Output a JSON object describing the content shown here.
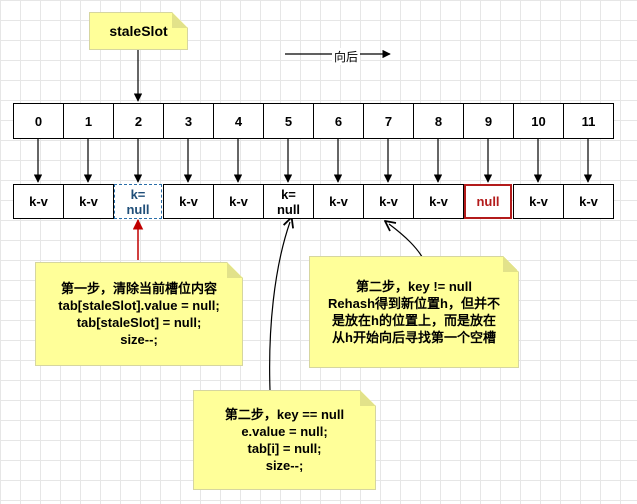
{
  "stale_slot_label": "staleSlot",
  "direction_label": "向后",
  "indices": [
    "0",
    "1",
    "2",
    "3",
    "4",
    "5",
    "6",
    "7",
    "8",
    "9",
    "10",
    "11"
  ],
  "entries": [
    "k-v",
    "k-v",
    "k=\nnull",
    "k-v",
    "k-v",
    "k=\nnull",
    "k-v",
    "k-v",
    "k-v",
    "null",
    "k-v",
    "k-v"
  ],
  "notes": {
    "step1": [
      "第一步，清除当前槽位内容",
      "tab[staleSlot].value = null;",
      "tab[staleSlot] = null;",
      "size--;"
    ],
    "step2_key_not_null": [
      "第二步，key != null",
      "Rehash得到新位置h，但并不",
      "是放在h的位置上，而是放在",
      "从h开始向后寻找第一个空槽"
    ],
    "step2_key_null": [
      "第二步，key == null",
      "e.value = null;",
      "tab[i] = null;",
      "size--;"
    ]
  },
  "colors": {
    "note_fill": "#ffff99",
    "highlight_red": "#b31b1b",
    "dashed_blue": "#2a6ea8",
    "grid": "#e6e6e6"
  }
}
